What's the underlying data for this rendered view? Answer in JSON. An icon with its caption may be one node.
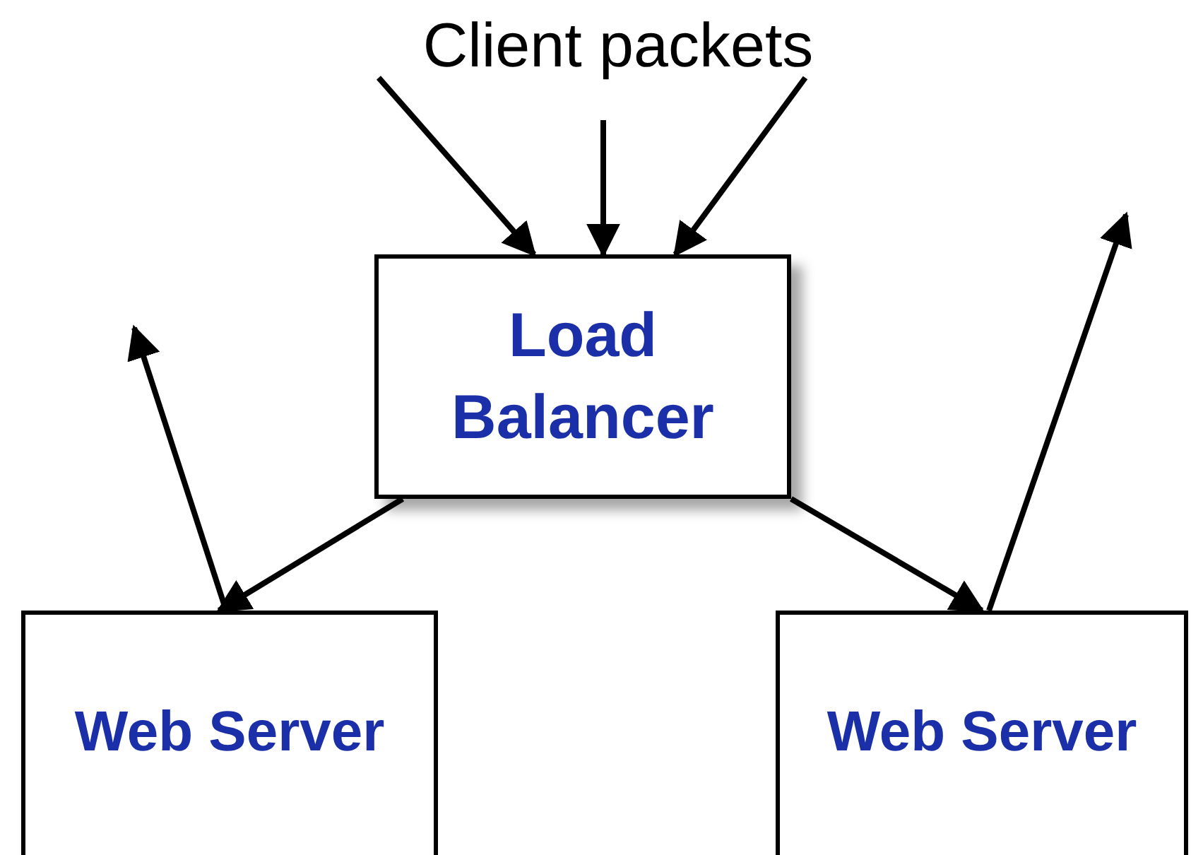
{
  "diagram": {
    "nodes": [
      {
        "text": [
          "Client packets"
        ]
      },
      {
        "text": [
          "Load Balancer"
        ]
      },
      {
        "text": [
          "Web Server"
        ]
      },
      {
        "text": [
          "Web Server"
        ]
      }
    ],
    "edges": [
      {
        "from": 0,
        "to": 1,
        "arrow": "to"
      },
      {
        "from": 0,
        "to": 1,
        "arrow": "to"
      },
      {
        "from": 0,
        "to": 1,
        "arrow": "to"
      },
      {
        "from": 1,
        "to": 2,
        "arrow": "to"
      },
      {
        "from": 1,
        "to": 3,
        "arrow": "to"
      },
      {
        "from": 2,
        "to": null,
        "arrow": "to"
      },
      {
        "from": 3,
        "to": null,
        "arrow": "to"
      }
    ]
  }
}
